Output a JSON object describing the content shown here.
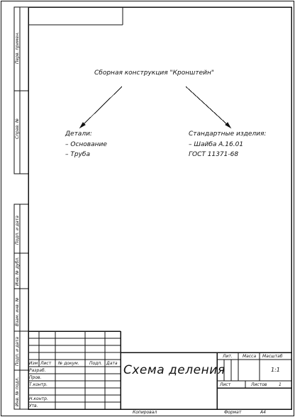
{
  "main": {
    "title": "Сборная конструкция \"Кронштейн\"",
    "parts_heading": "Детали:",
    "parts": [
      "– Основание",
      "– Труба"
    ],
    "standard_heading": "Стандартные изделия:",
    "standard": [
      "– Шайба А.16.01",
      "ГОСТ 11371-68"
    ]
  },
  "side_labels": {
    "perv_primen": "Перв. примен.",
    "sprav_no": "Справ. №",
    "podp_data_1": "Подп. и дата",
    "inv_dubl": "Инв. № дубл.",
    "vzam_inv": "Взам. инв. №",
    "podp_data_2": "Подп. и дата",
    "inv_podl": "Инв. № подл."
  },
  "title_block": {
    "col_izm": "Изм",
    "col_list": "Лист",
    "col_doc": "№ докум.",
    "col_podp": "Подп.",
    "col_data": "Дата",
    "razrab": "Разраб.",
    "prov": "Пров.",
    "tkontr": "Т.контр.",
    "nkontr": "Н.контр.",
    "utv": "Утв.",
    "doc_name": "Схема деления",
    "lit": "Лит.",
    "massa": "Масса",
    "masshtab": "Масштаб",
    "scale_value": "1:1",
    "sheet_label": "Лист",
    "sheets_label": "Листов",
    "sheets_value": "1"
  },
  "footer": {
    "kopiroval": "Копировал",
    "format_label": "Формат",
    "format_value": "А4"
  }
}
